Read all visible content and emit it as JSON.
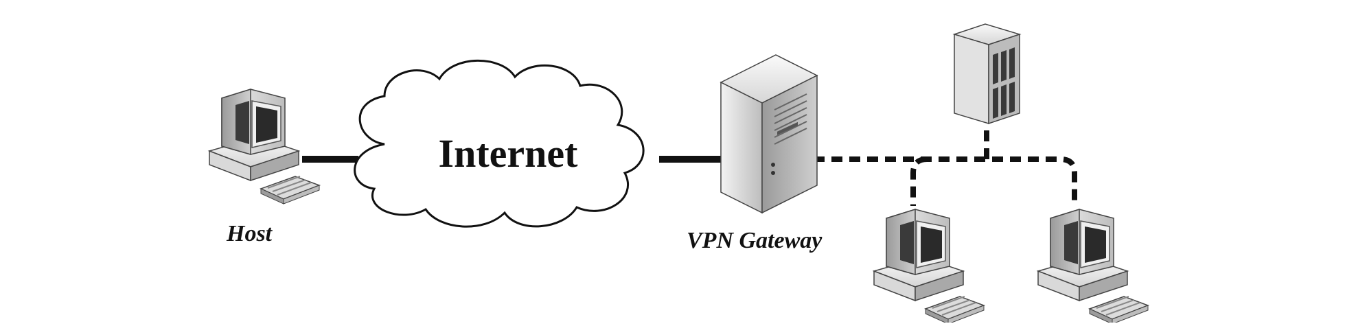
{
  "diagram": {
    "cloud_label": "Internet",
    "host_label": "Host",
    "gateway_label": "VPN Gateway"
  },
  "colors": {
    "line": "#111111",
    "device_light": "#e8e8e8",
    "device_mid": "#b9b9b9",
    "device_dark": "#6f6f6f",
    "screen": "#2a2a2a"
  },
  "icons": [
    "desktop-computer-icon",
    "cloud-icon",
    "server-tower-icon",
    "rack-server-icon"
  ]
}
